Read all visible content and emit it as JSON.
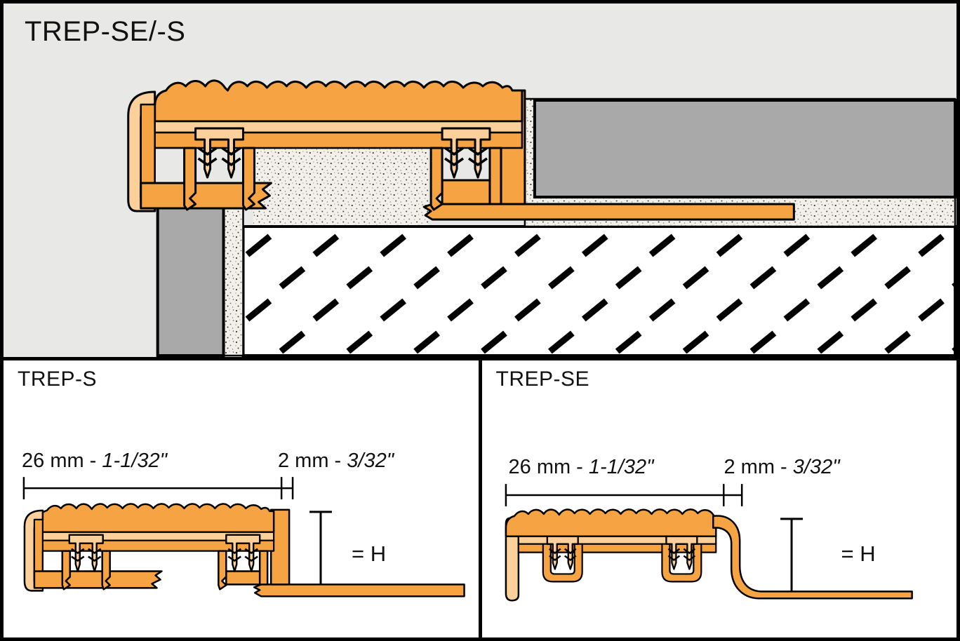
{
  "document": {
    "kind": "stair-nosing profile technical drawing"
  },
  "panels": {
    "overview": {
      "title": "TREP-SE/-S"
    },
    "trep_s": {
      "title": "TREP-S",
      "dim_main_metric": "26 mm - ",
      "dim_main_imperial": "1-1/32\"",
      "dim_joint_metric": "2 mm - ",
      "dim_joint_imperial": "3/32\"",
      "height_label": "= H"
    },
    "trep_se": {
      "title": "TREP-SE",
      "dim_main_metric": "26 mm - ",
      "dim_main_imperial": "1-1/32\"",
      "dim_joint_metric": "2 mm - ",
      "dim_joint_imperial": "3/32\"",
      "height_label": "= H"
    }
  },
  "colors": {
    "profile_orange": "#F5A343",
    "insert_tan": "#FBD09A",
    "tile_gray": "#A9A9A9",
    "panel_gray": "#E8E8E7",
    "panel_white": "#FFFFFF",
    "line_black": "#000000"
  }
}
